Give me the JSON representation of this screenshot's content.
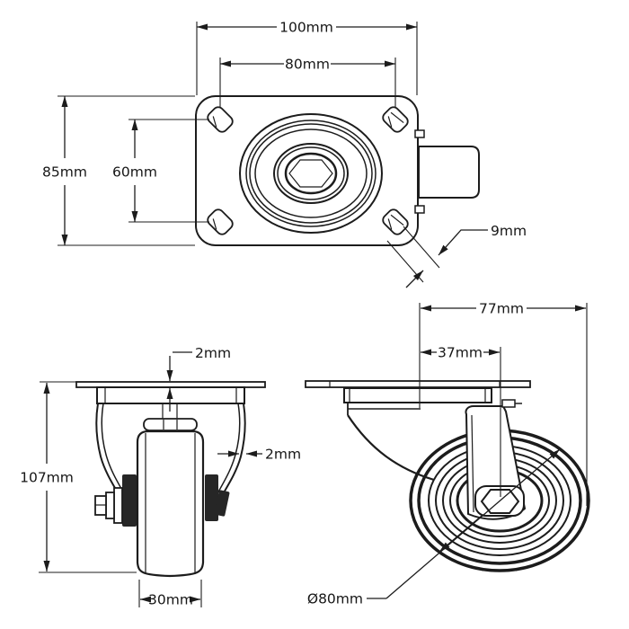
{
  "drawing": {
    "background": "#ffffff",
    "line_color": "#1c1c1c",
    "views": {
      "top": {
        "dims": {
          "plate_width": "100mm",
          "bolt_spacing_h": "80mm",
          "plate_height": "85mm",
          "bolt_spacing_v": "60mm",
          "slot_width": "9mm"
        }
      },
      "front": {
        "dims": {
          "plate_thickness": "2mm",
          "fork_thickness": "2mm",
          "overall_height": "107mm",
          "wheel_width": "30mm"
        }
      },
      "side": {
        "dims": {
          "overall_length": "77mm",
          "swivel_offset": "37mm",
          "wheel_diameter": "Ø80mm"
        }
      }
    }
  }
}
